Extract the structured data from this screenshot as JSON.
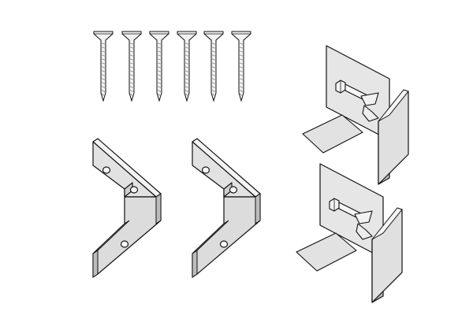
{
  "colors": {
    "background": "#ffffff",
    "line": "#111111",
    "face_light": "#e4e4e4",
    "face_dark": "#c9c9c9",
    "thread": "#888888"
  },
  "parts": {
    "screws": {
      "count": 6,
      "icon": "wood-screw-icon"
    },
    "corner_brackets": {
      "count": 2,
      "icon": "l-bracket-icon"
    },
    "hinge_clamps": {
      "count": 2,
      "icon": "bolt-clamp-icon"
    }
  }
}
